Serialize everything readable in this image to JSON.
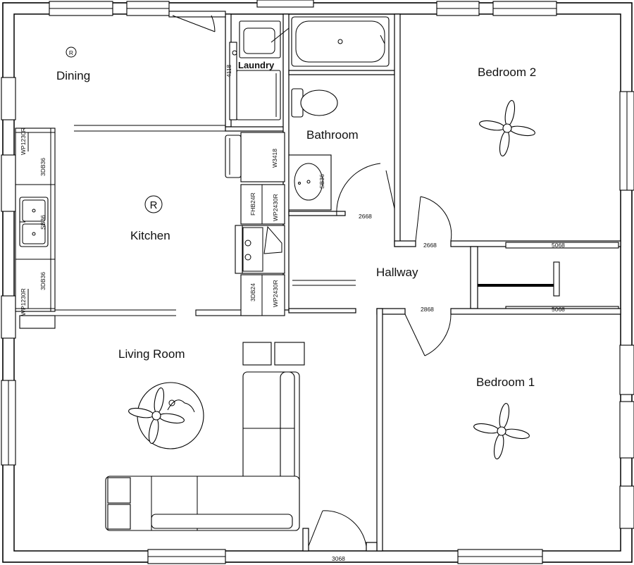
{
  "rooms": {
    "dining": "Dining",
    "kitchen": "Kitchen",
    "laundry": "Laundry",
    "bathroom": "Bathroom",
    "bedroom2": "Bedroom 2",
    "hallway": "Hallway",
    "living_room": "Living Room",
    "bedroom1": "Bedroom 1"
  },
  "cabinets": {
    "wp1230r_top": "WP1230R",
    "db36_top": "3DB36",
    "sb36_sink": "SB36",
    "db36_bottom": "3DB36",
    "wp1230r_bottom": "WP1230R",
    "w3418": "W3418",
    "fhb24r": "FHB24R",
    "wp2430r_top": "WP2430R",
    "db24": "3DB24",
    "wp2430r_bottom": "WP2430R",
    "sb36_bath": "SB36",
    "laundry_code": "4118"
  },
  "dimensions": {
    "bath_door": "2668",
    "bed2_door": "2668",
    "bed1_door": "2868",
    "closet_top": "5068",
    "closet_bottom": "5068",
    "entry_door": "3068"
  },
  "symbols": {
    "range_hood_mark": "R"
  }
}
